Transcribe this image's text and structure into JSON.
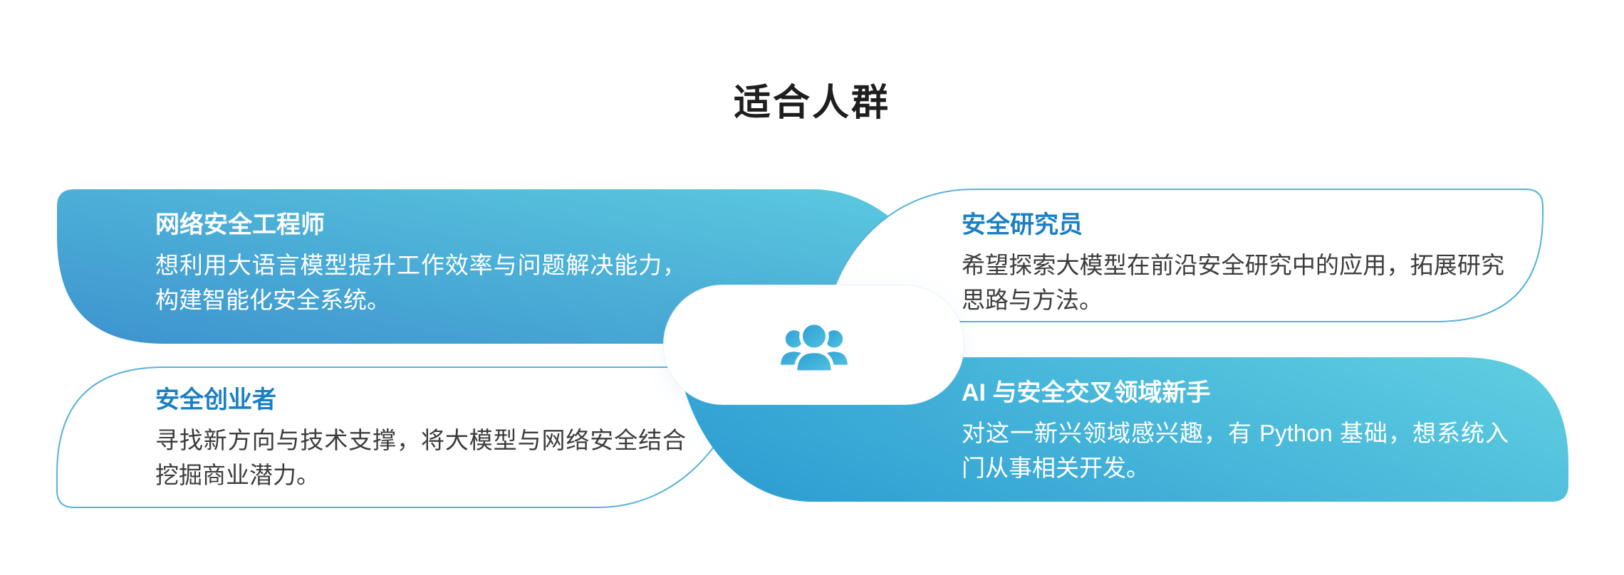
{
  "page": {
    "title": "适合人群"
  },
  "center_badge": {
    "icon": "group-people-icon"
  },
  "cards": [
    {
      "position": "top-left",
      "variant": "filled-gradient",
      "title": "网络安全工程师",
      "body": "想利用大语言模型提升工作效率与问题解决能力，构建智能化安全系统。"
    },
    {
      "position": "top-right",
      "variant": "outlined",
      "title": "安全研究员",
      "body": "希望探索大模型在前沿安全研究中的应用，拓展研究思路与方法。"
    },
    {
      "position": "bottom-left",
      "variant": "outlined",
      "title": "安全创业者",
      "body": "寻找新方向与技术支撑，将大模型与网络安全结合挖掘商业潜力。"
    },
    {
      "position": "bottom-right",
      "variant": "filled-gradient",
      "title": "AI 与安全交叉领域新手",
      "body": "对这一新兴领域感兴趣，有 Python 基础，想系统入门从事相关开发。"
    }
  ],
  "colors": {
    "card_gradient_start": "#3D93CE",
    "card_gradient_end": "#5CCBE0",
    "card_outline": "#57B2DB",
    "outlined_title_text": "#1B7FC4",
    "outlined_body_text": "#3C3C3C",
    "filled_text": "#FFFFFF",
    "heading_text": "#1E1E1E",
    "icon_blue": "#2E9FD6",
    "background": "#FFFFFF"
  }
}
